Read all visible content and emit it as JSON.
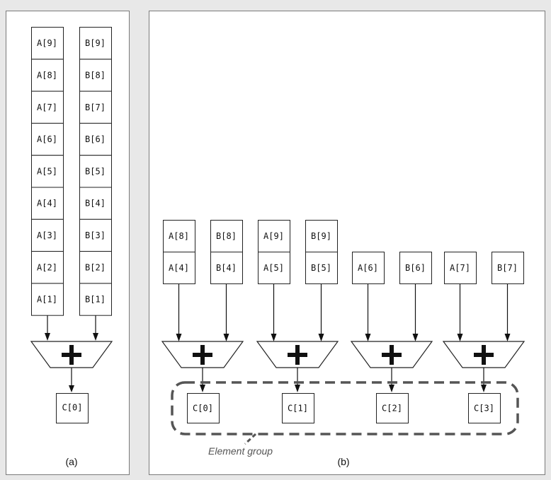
{
  "panel_a": {
    "caption": "(a)",
    "a_column": [
      "A[9]",
      "A[8]",
      "A[7]",
      "A[6]",
      "A[5]",
      "A[4]",
      "A[3]",
      "A[2]",
      "A[1]"
    ],
    "b_column": [
      "B[9]",
      "B[8]",
      "B[7]",
      "B[6]",
      "B[5]",
      "B[4]",
      "B[3]",
      "B[2]",
      "B[1]"
    ],
    "output": "C[0]"
  },
  "panel_b": {
    "caption": "(b)",
    "group_label": "Element group",
    "lanes": [
      {
        "a": [
          "A[8]",
          "A[4]"
        ],
        "b": [
          "B[8]",
          "B[4]"
        ],
        "output": "C[0]"
      },
      {
        "a": [
          "A[9]",
          "A[5]"
        ],
        "b": [
          "B[9]",
          "B[5]"
        ],
        "output": "C[1]"
      },
      {
        "a": [
          "A[6]"
        ],
        "b": [
          "B[6]"
        ],
        "output": "C[2]"
      },
      {
        "a": [
          "A[7]"
        ],
        "b": [
          "B[7]"
        ],
        "output": "C[3]"
      }
    ]
  },
  "colors": {
    "background": "#e8e8e8",
    "panel": "#ffffff",
    "group_outline": "#555555"
  }
}
